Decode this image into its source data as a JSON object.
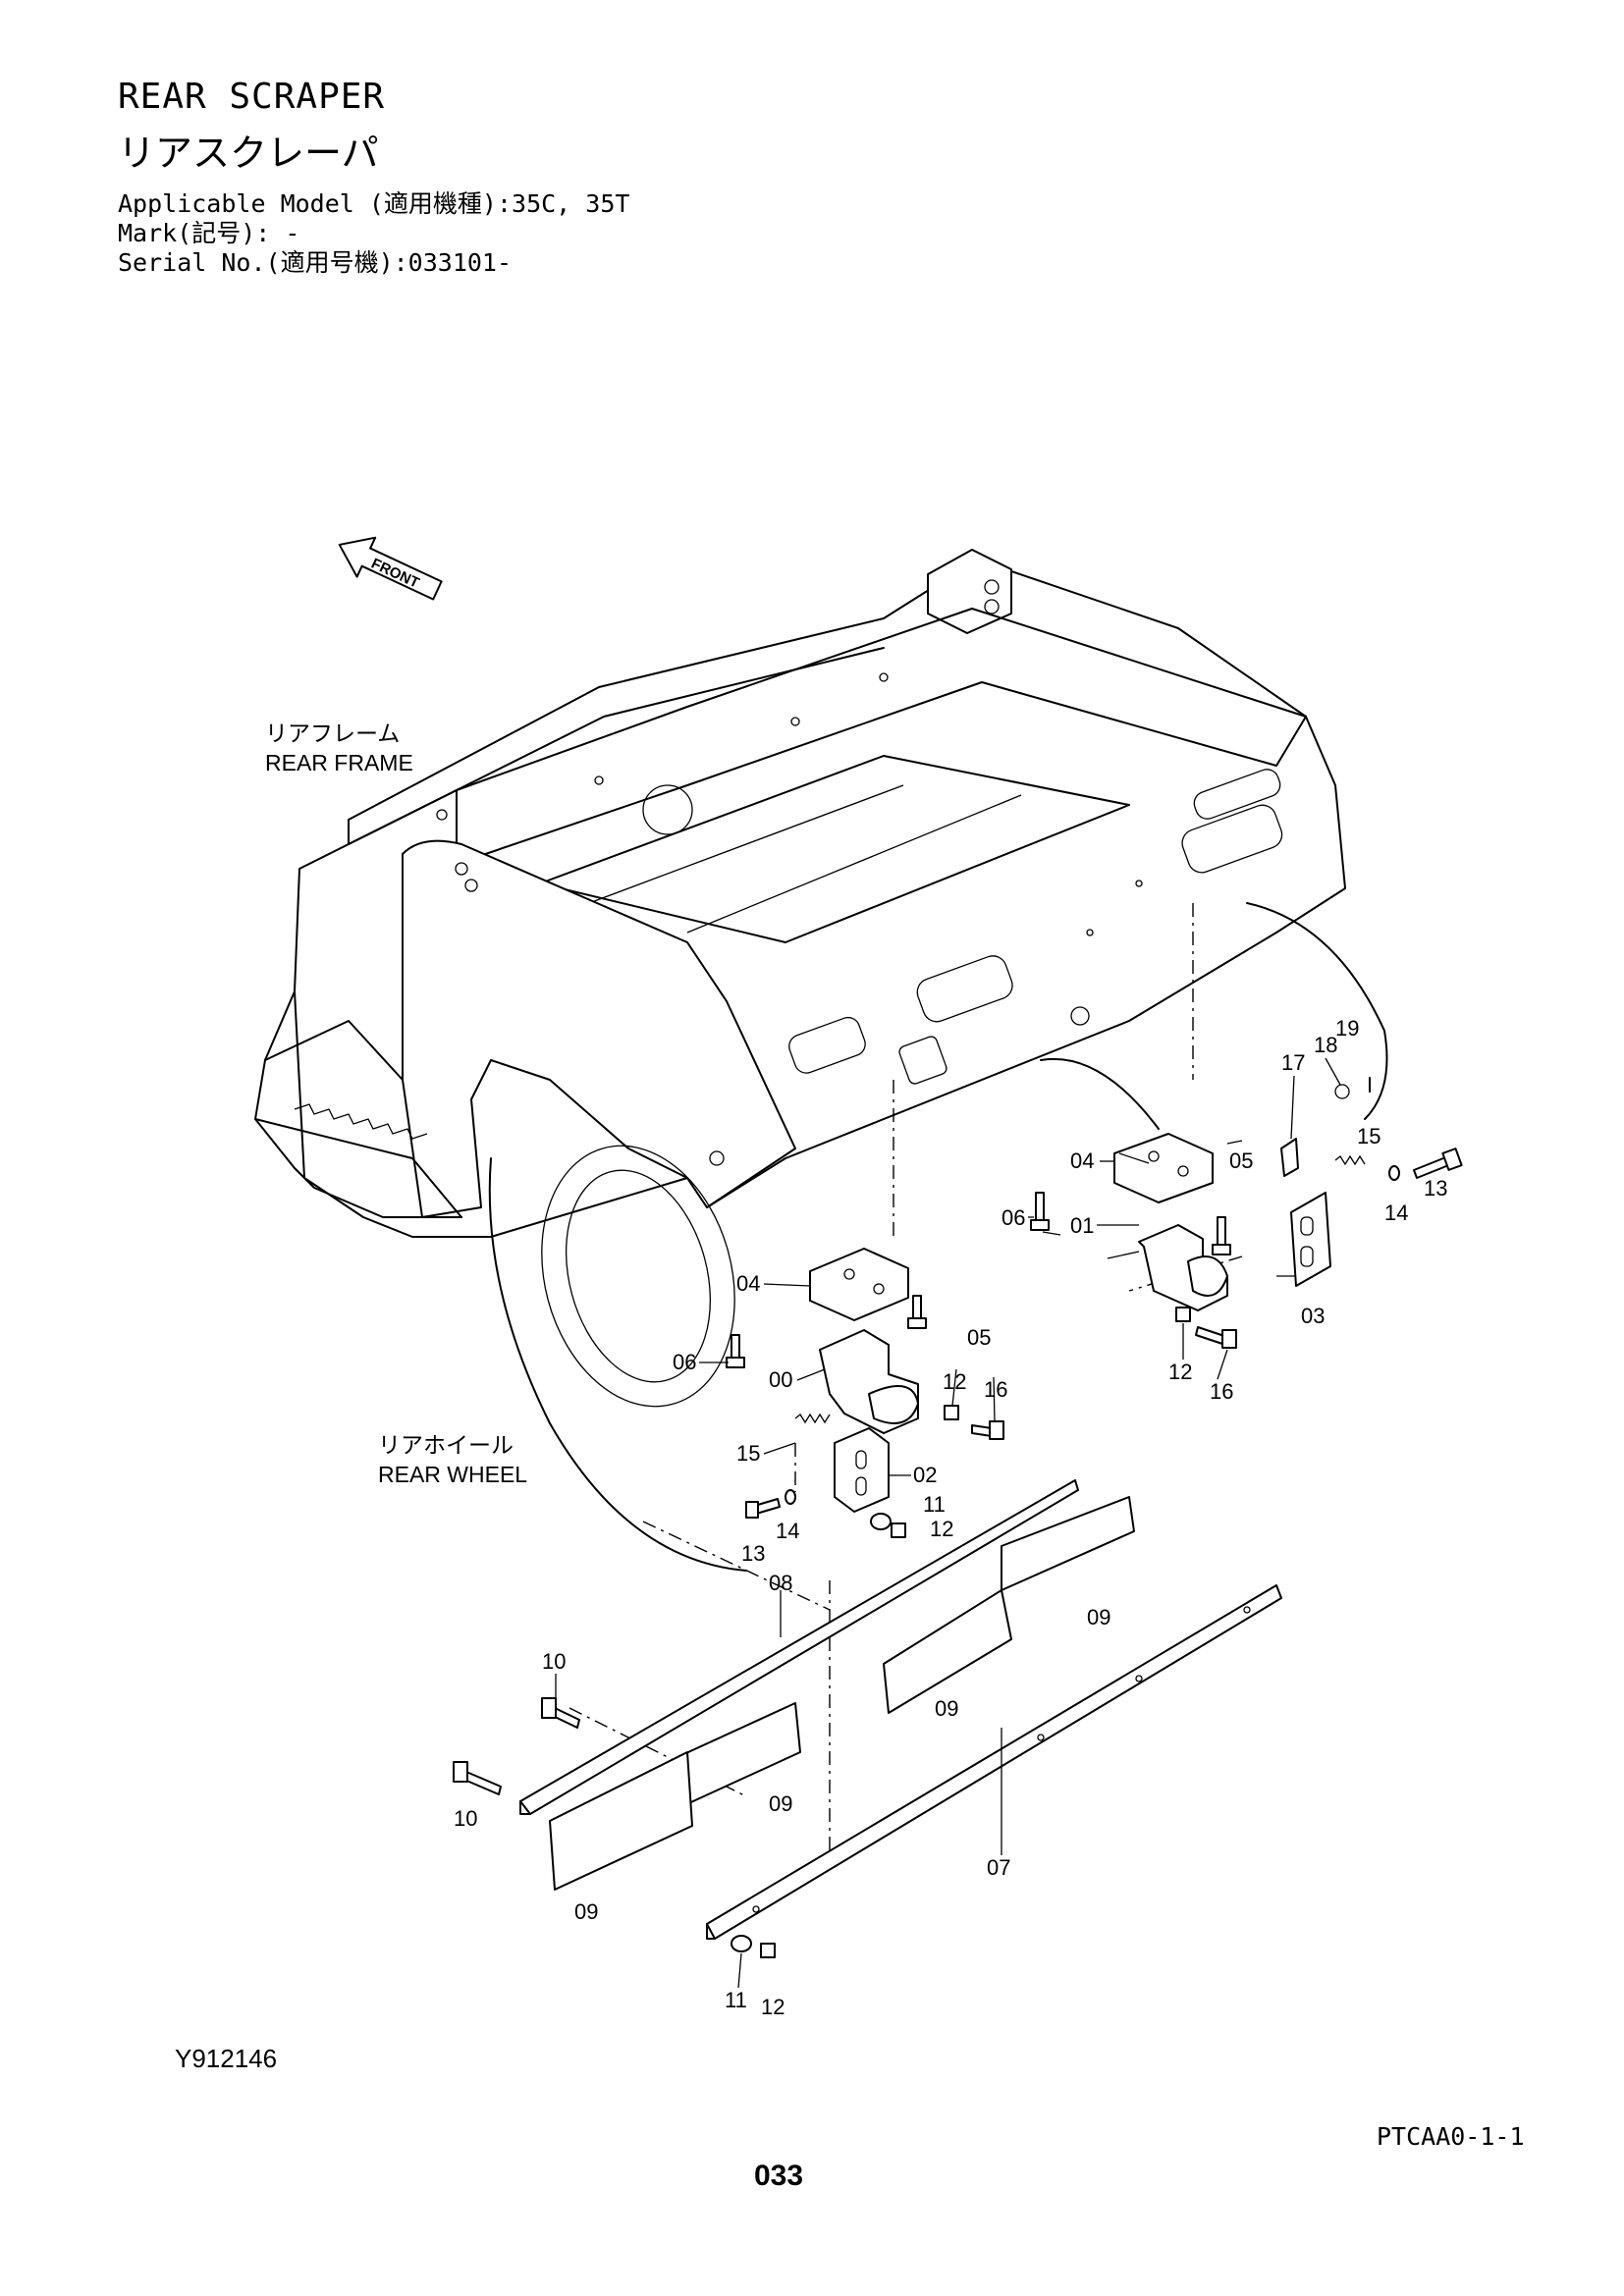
{
  "header": {
    "title_en": "REAR SCRAPER",
    "title_jp": "リアスクレーパ",
    "applicable_model": "Applicable Model (適用機種):35C, 35T",
    "mark": "Mark(記号): -",
    "serial_no": "Serial No.(適用号機):033101-"
  },
  "diagram": {
    "front_indicator": "FRONT",
    "labels": {
      "rear_frame_jp": "リアフレーム",
      "rear_frame_en": "REAR FRAME",
      "rear_wheel_jp": "リアホイール",
      "rear_wheel_en": "REAR WHEEL"
    },
    "callouts": {
      "c00": "00",
      "c01": "01",
      "c02": "02",
      "c03": "03",
      "c04a": "04",
      "c04b": "04",
      "c05a": "05",
      "c05b": "05",
      "c06a": "06",
      "c06b": "06",
      "c07": "07",
      "c08": "08",
      "c09a": "09",
      "c09b": "09",
      "c09c": "09",
      "c09d": "09",
      "c10a": "10",
      "c10b": "10",
      "c11a": "11",
      "c11b": "11",
      "c12a": "12",
      "c12b": "12",
      "c12c": "12",
      "c12d": "12",
      "c13a": "13",
      "c13b": "13",
      "c14a": "14",
      "c14b": "14",
      "c15a": "15",
      "c15b": "15",
      "c16a": "16",
      "c16b": "16",
      "c17": "17",
      "c18": "18",
      "c19": "19"
    }
  },
  "footer": {
    "figure_id": "Y912146",
    "doc_code": "PTCAA0-1-1",
    "page_number": "033"
  }
}
